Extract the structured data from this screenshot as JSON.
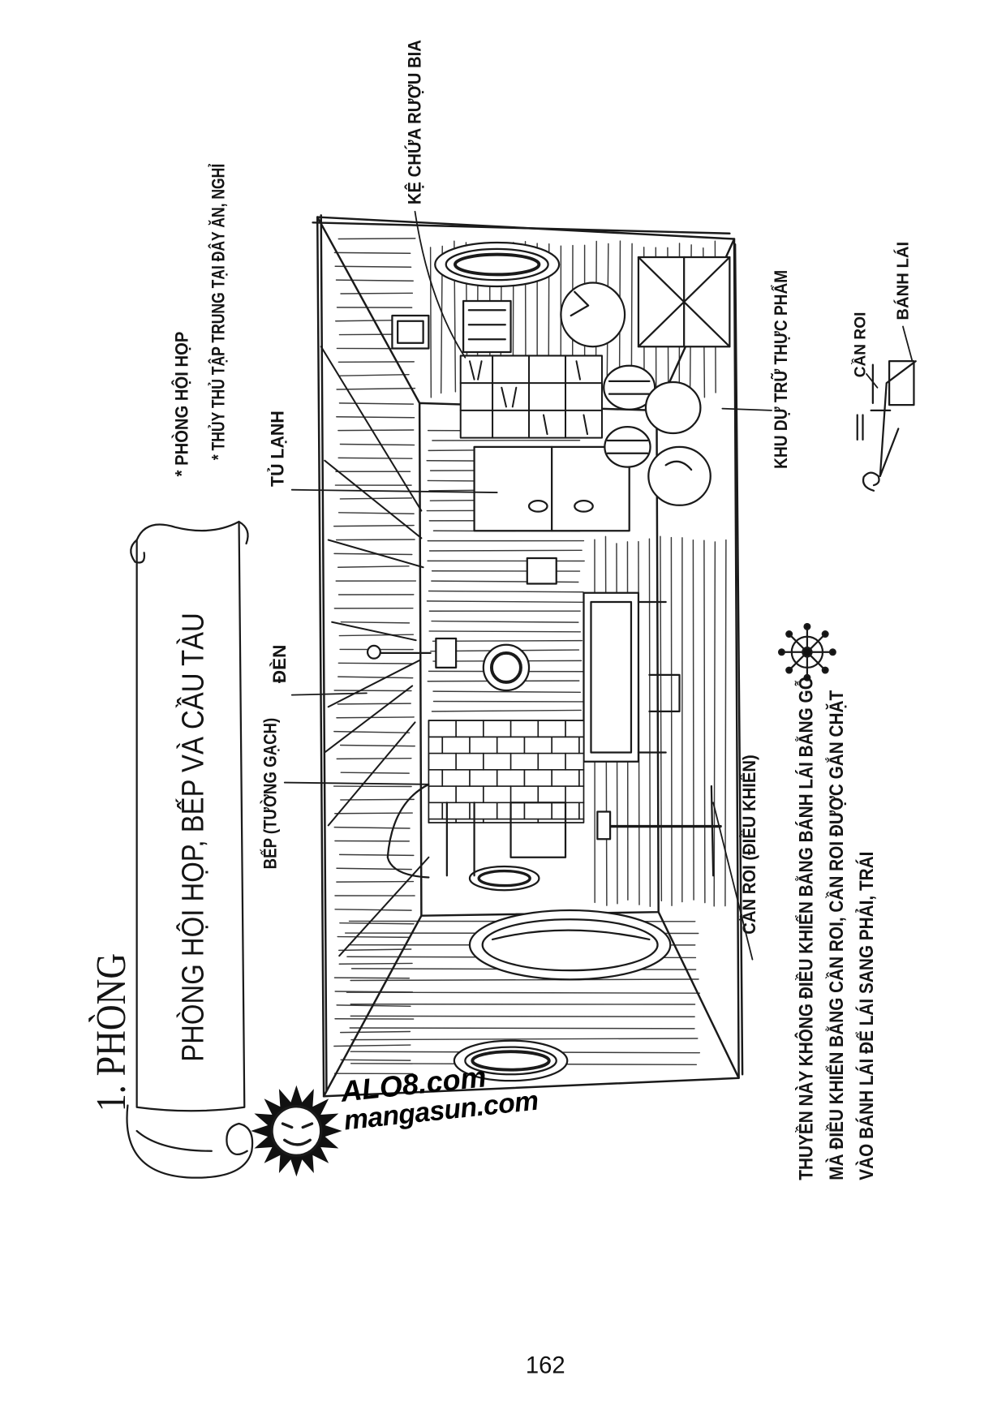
{
  "page": {
    "number": "162"
  },
  "section_title": "1. PHÒNG",
  "banner_title": "PHÒNG HỘI HỌP, BẾP VÀ CẦU TÀU",
  "notes": [
    "* PHÒNG HỘI HỌP",
    "* THỦY THỦ TẬP TRUNG TẠI ĐÂY ĂN, NGHỈ"
  ],
  "labels": {
    "wine_shelf": "KỆ CHỨA RƯỢU BIA",
    "fridge": "TỦ LẠNH",
    "lamp": "ĐÈN",
    "stove": "BẾP (TƯỜNG GẠCH)",
    "food_storage": "KHU DỰ TRỮ THỰC PHẨM",
    "tiller": "CẦN ROI (ĐIỀU KHIỂN)",
    "tiller_small": "CẦN ROI",
    "rudder": "BÁNH LÁI"
  },
  "description": [
    "THUYỀN NÀY KHÔNG ĐIỀU KHIỂN BẰNG BÁNH LÁI BẰNG GỖ",
    "MÀ ĐIỀU KHIỂN BẰNG CẦN ROI, CẦN ROI ĐƯỢC GẮN CHẶT",
    "VÀO BÁNH LÁI ĐỂ LÁI SANG PHẢI, TRÁI"
  ],
  "watermark": {
    "line1": "ALO8.com",
    "line2": "mangasun.com"
  },
  "icons": {
    "logo": "sun-logo-icon",
    "wheel": "ship-wheel-icon",
    "scroll": "scroll-banner"
  },
  "colors": {
    "ink": "#141414",
    "paper": "#ffffff"
  }
}
